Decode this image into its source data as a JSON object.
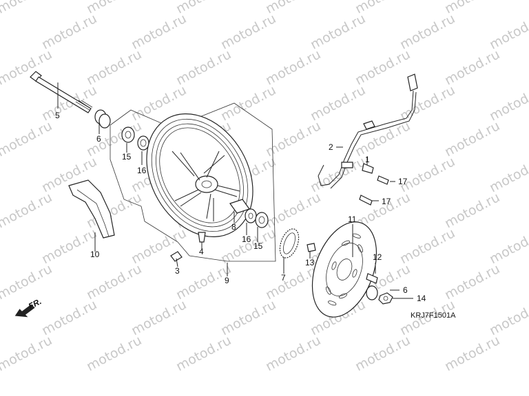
{
  "watermark": "motod.ru",
  "diagram_code": "KRJ7F1501A",
  "direction_arrow_label": "FR.",
  "callouts": {
    "c1": "1",
    "c2": "2",
    "c3": "3",
    "c4": "4",
    "c5": "5",
    "c6a": "6",
    "c6b": "6",
    "c7": "7",
    "c8": "8",
    "c9": "9",
    "c10": "10",
    "c11": "11",
    "c12": "12",
    "c13": "13",
    "c14": "14",
    "c15a": "15",
    "c15b": "15",
    "c16a": "16",
    "c16b": "16",
    "c17a": "17",
    "c17b": "17"
  }
}
